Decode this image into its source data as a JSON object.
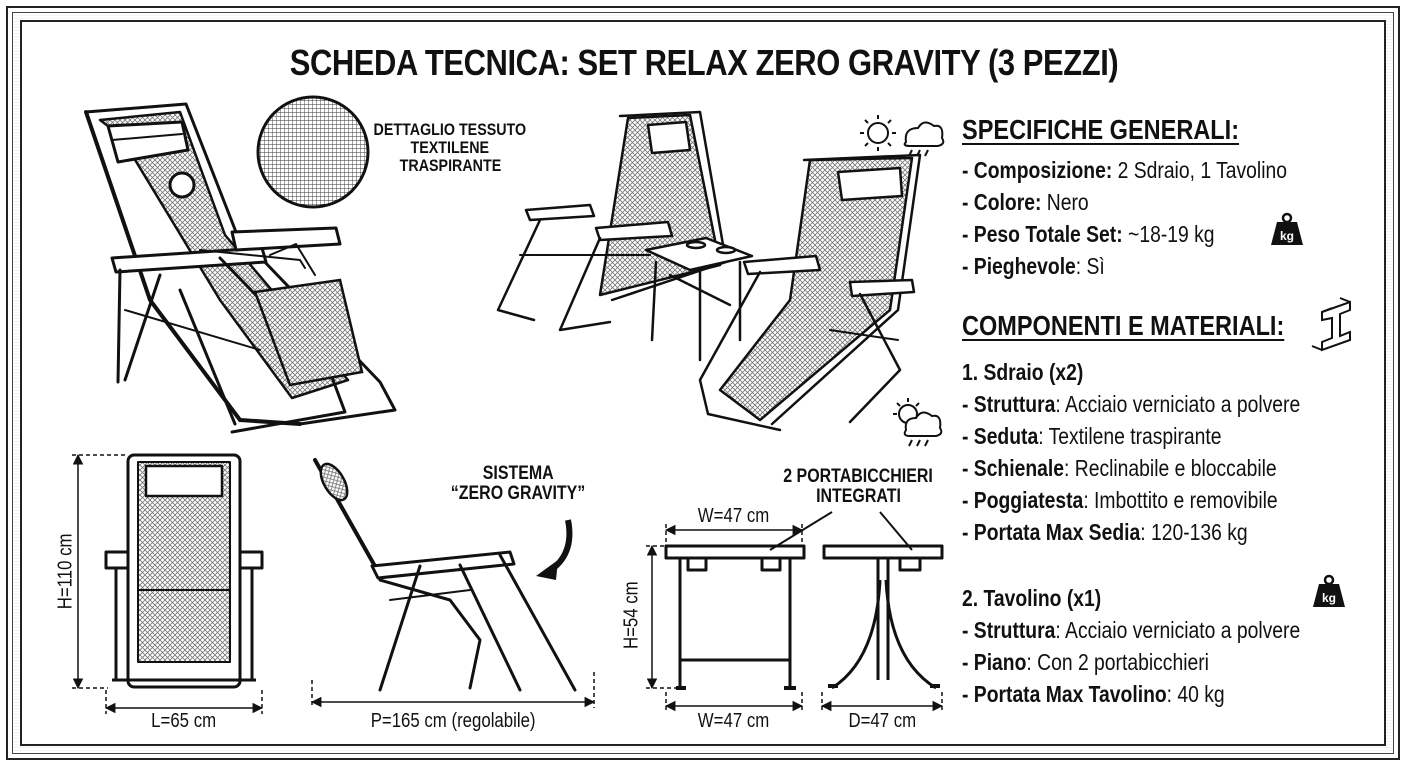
{
  "title": "SCHEDA TECNICA: SET RELAX ZERO GRAVITY (3 PEZZI)",
  "labels": {
    "fabric_line1": "DETTAGLIO TESSUTO",
    "fabric_line2": "TEXTILENE",
    "fabric_line3": "TRASPIRANTE",
    "system_line1": "SISTEMA",
    "system_line2": "“ZERO GRAVITY”",
    "cupholder_line1": "2 PORTABICCHIERI",
    "cupholder_line2": "INTEGRATI"
  },
  "dimensions": {
    "chair_height": "H=110 cm",
    "chair_width": "L=65 cm",
    "chair_depth": "P=165 cm (regolabile)",
    "table_top_width": "W=47 cm",
    "table_height": "H=54 cm",
    "table_width": "W=47 cm",
    "table_depth": "D=47 cm"
  },
  "general": {
    "heading": "SPECIFICHE GENERALI:",
    "items": [
      {
        "key": "- Composizione:",
        "value": " 2 Sdraio, 1 Tavolino"
      },
      {
        "key": "- Colore:",
        "value": " Nero"
      },
      {
        "key": "- Peso Totale Set:",
        "value": " ~18-19 kg"
      },
      {
        "key": "- Pieghevole",
        "value": ": Sì"
      }
    ]
  },
  "components": {
    "heading": "COMPONENTI E MATERIALI:",
    "chair_heading": "1. Sdraio (x2)",
    "chair_items": [
      {
        "key": "- Struttura",
        "value": ": Acciaio verniciato a polvere"
      },
      {
        "key": "- Seduta",
        "value": ": Textilene traspirante"
      },
      {
        "key": "- Schienale",
        "value": ": Reclinabile e bloccabile"
      },
      {
        "key": "- Poggiatesta",
        "value": ": Imbottito e removibile"
      },
      {
        "key": "- Portata Max Sedia",
        "value": ": 120-136 kg"
      }
    ],
    "table_heading": "2. Tavolino (x1)",
    "table_items": [
      {
        "key": "- Struttura",
        "value": ": Acciaio verniciato a polvere"
      },
      {
        "key": "- Piano",
        "value": ": Con 2 portabicchieri"
      },
      {
        "key": "- Portata Max Tavolino",
        "value": ": 40 kg"
      }
    ]
  },
  "icons": {
    "weight_label": "kg",
    "weather": [
      "sun-icon",
      "rain-cloud-icon",
      "sun-cloud-rain-icon"
    ],
    "material": "steel-beam-icon"
  }
}
